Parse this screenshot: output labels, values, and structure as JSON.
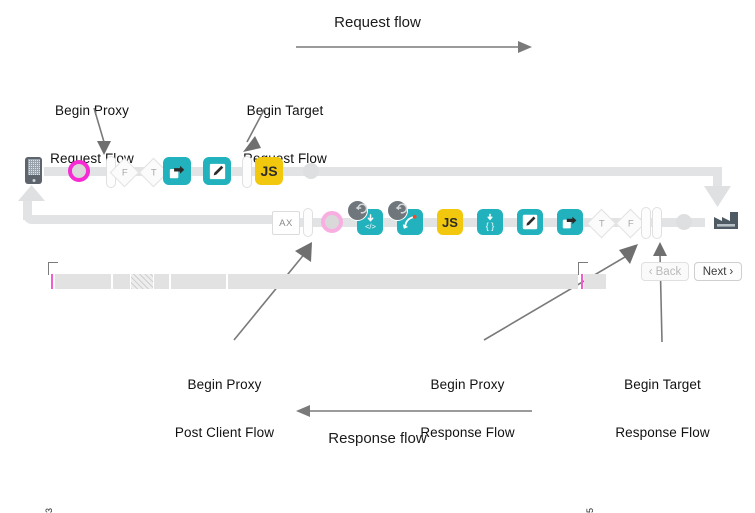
{
  "diagram": {
    "title_top": "Request flow",
    "title_bottom": "Response flow",
    "accent_teal": "#21b2bd",
    "accent_yellow": "#f2c80f",
    "accent_pink": "#f72ad3",
    "track_grey": "#e2e3e4",
    "arrow_grey": "#7a7a7a"
  },
  "annotations": [
    {
      "id": "begin-proxy-request-flow",
      "line1": "Begin Proxy",
      "line2": "Request Flow"
    },
    {
      "id": "begin-target-request-flow",
      "line1": "Begin Target",
      "line2": "Request Flow"
    },
    {
      "id": "begin-proxy-post-client-flow",
      "line1": "Begin Proxy",
      "line2": "Post Client Flow"
    },
    {
      "id": "begin-proxy-response-flow",
      "line1": "Begin Proxy",
      "line2": "Response Flow"
    },
    {
      "id": "begin-target-response-flow",
      "line1": "Begin Target",
      "line2": "Response Flow"
    }
  ],
  "request_row": {
    "client_icon": "phone-icon",
    "nodes": [
      {
        "type": "dot-pink",
        "name": "proxy-request-flow-start-dot",
        "label": ""
      },
      {
        "type": "pillbar",
        "name": "flow-separator-bar",
        "label": ""
      },
      {
        "type": "diamond",
        "name": "condition-false-diamond",
        "label": "F"
      },
      {
        "type": "diamond",
        "name": "condition-true-diamond",
        "label": "T"
      },
      {
        "type": "teal-step",
        "name": "assign-message-policy",
        "label": ""
      },
      {
        "type": "teal-step",
        "name": "edit-policy",
        "label": ""
      },
      {
        "type": "pillbar",
        "name": "flow-separator-bar",
        "label": ""
      },
      {
        "type": "js-step",
        "name": "javascript-policy",
        "label": "JS"
      },
      {
        "type": "dot-grey",
        "name": "flow-end-dot",
        "label": ""
      }
    ]
  },
  "response_row": {
    "target_icon": "factory-icon",
    "nodes": [
      {
        "type": "axbox",
        "name": "analytics-box",
        "label": "AX"
      },
      {
        "type": "pillbar",
        "name": "flow-separator-bar",
        "label": ""
      },
      {
        "type": "dot-pink-pale",
        "name": "post-client-flow-start-dot",
        "label": ""
      },
      {
        "type": "teal-step",
        "name": "extract-variables-policy",
        "label": "",
        "badge": "rewind-badge"
      },
      {
        "type": "teal-step",
        "name": "raise-fault-policy",
        "label": "",
        "badge": "rewind-badge"
      },
      {
        "type": "js-step",
        "name": "javascript-policy",
        "label": "JS"
      },
      {
        "type": "teal-step",
        "name": "json-policy",
        "label": ""
      },
      {
        "type": "teal-step",
        "name": "edit-policy",
        "label": ""
      },
      {
        "type": "teal-step",
        "name": "assign-message-policy",
        "label": ""
      },
      {
        "type": "diamond",
        "name": "condition-true-diamond",
        "label": "T"
      },
      {
        "type": "diamond",
        "name": "condition-false-diamond",
        "label": "F"
      },
      {
        "type": "pillbar",
        "name": "flow-separator-bar",
        "label": ""
      },
      {
        "type": "pillbar",
        "name": "flow-separator-bar",
        "label": ""
      },
      {
        "type": "dot-grey",
        "name": "flow-end-dot",
        "label": ""
      }
    ]
  },
  "timeline": {
    "start_tick_label": "3",
    "end_tick_label": "5",
    "back_button": "Back",
    "next_button": "Next",
    "back_chevron": "‹",
    "next_chevron": "›"
  }
}
